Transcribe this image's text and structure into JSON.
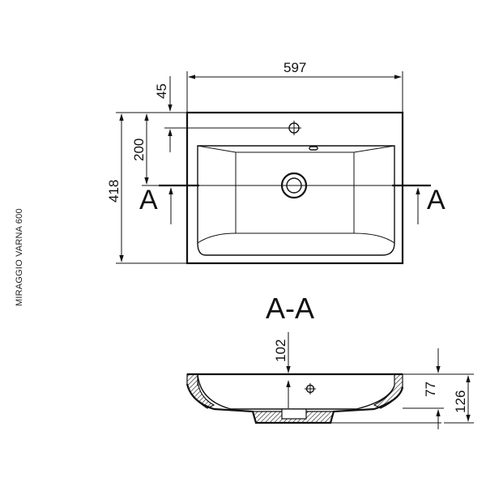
{
  "model_label": "MIRAGGIO VARNA 600",
  "section_title": "A-A",
  "section_marks": {
    "left": "A",
    "right": "A"
  },
  "dimensions": {
    "width": "597",
    "depth": "418",
    "tap_hole_offset": "45",
    "drain_offset": "200",
    "bowl_depth": "102",
    "rim_height": "77",
    "total_height": "126"
  },
  "colors": {
    "line": "#111111",
    "background": "#ffffff",
    "section_hatch": "#111111"
  }
}
